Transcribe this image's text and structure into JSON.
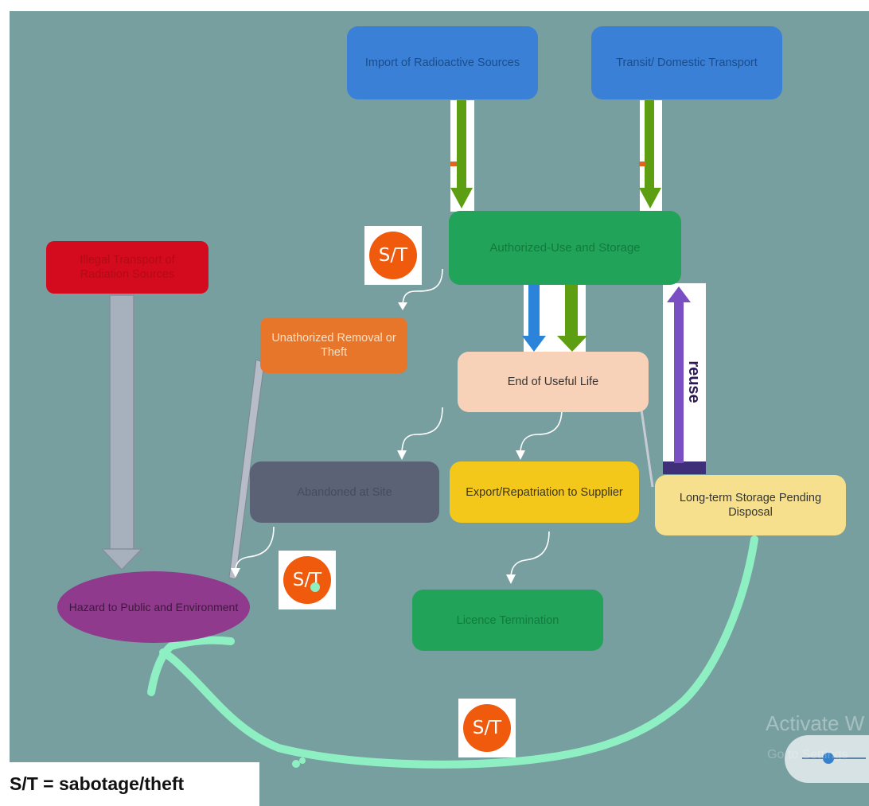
{
  "nodes": {
    "import": "Import of Radioactive Sources",
    "transit": "Transit/ Domestic Transport",
    "authorized": "Authorized-Use and Storage",
    "illegal": "Illegal Transport of Radiation Sources",
    "unauthorized": "Unathorized Removal or Theft",
    "end_of_life": "End of Useful Life",
    "abandoned": "Abandoned at Site",
    "export": "Export/Repatriation to Supplier",
    "long_term": "Long-term Storage Pending Disposal",
    "hazard": "Hazard to Public and Environment",
    "licence": "Licence Termination"
  },
  "badge_text": "S/T",
  "reuse_label": "reuse",
  "legend": "S/T = sabotage/theft",
  "watermark": {
    "line1": "Activate W",
    "line2": "Go to Settings"
  },
  "colors": {
    "background": "#779fa0",
    "blue": "#3a80d6",
    "green": "#22a35a",
    "red": "#d40a1e",
    "orange": "#e8762a",
    "peach": "#f8d2b8",
    "slate": "#5b6275",
    "yellow": "#f4c81b",
    "light_yellow": "#f7e08d",
    "purple": "#8f3a8c",
    "badge": "#f05a0c",
    "highlight": "#8ef0c2"
  }
}
